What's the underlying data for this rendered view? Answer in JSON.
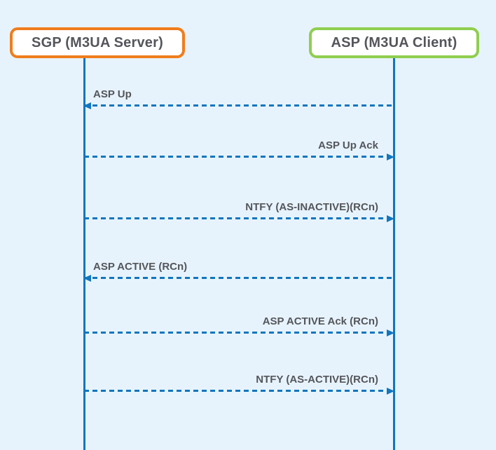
{
  "diagram": {
    "type": "sequence-diagram",
    "colors": {
      "background": "#E7F3FC",
      "line": "#1176BE",
      "text": "#54565B",
      "sgp_border": "#F07D1C",
      "asp_border": "#8FCE4F",
      "actor_fill": "#FFFFFF"
    },
    "actors": [
      {
        "id": "sgp",
        "label": "SGP (M3UA Server)"
      },
      {
        "id": "asp",
        "label": "ASP (M3UA Client)"
      }
    ],
    "messages": [
      {
        "label": "ASP Up",
        "from": "asp",
        "to": "sgp"
      },
      {
        "label": "ASP Up Ack",
        "from": "sgp",
        "to": "asp"
      },
      {
        "label": "NTFY (AS-INACTIVE)(RCn)",
        "from": "sgp",
        "to": "asp"
      },
      {
        "label": "ASP ACTIVE (RCn)",
        "from": "asp",
        "to": "sgp"
      },
      {
        "label": "ASP ACTIVE Ack (RCn)",
        "from": "sgp",
        "to": "asp"
      },
      {
        "label": "NTFY (AS-ACTIVE)(RCn)",
        "from": "sgp",
        "to": "asp"
      }
    ]
  }
}
